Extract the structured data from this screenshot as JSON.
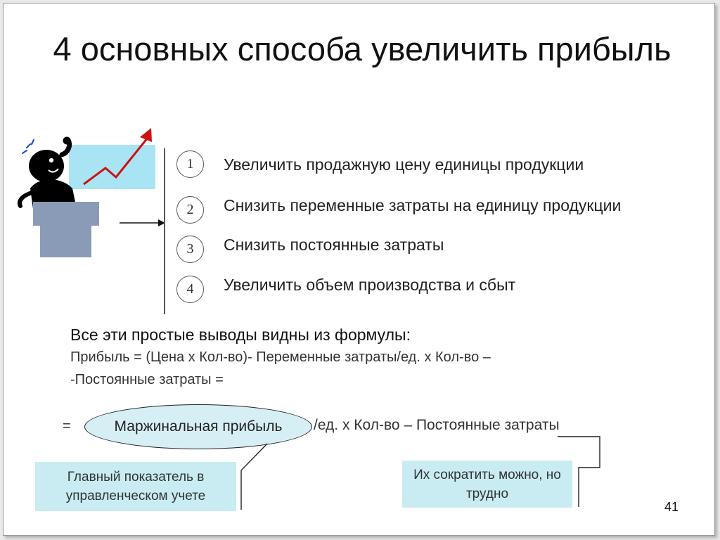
{
  "slide": {
    "title": "4 основных способа увеличить прибыль",
    "items": [
      {
        "num": "1",
        "text": "Увеличить продажную цену единицы продукции"
      },
      {
        "num": "2",
        "text": "Снизить переменные затраты на единицу продукции"
      },
      {
        "num": "3",
        "text": "Снизить постоянные затраты"
      },
      {
        "num": "4",
        "text": "Увеличить объем производства и сбыт"
      }
    ],
    "conclusion": "Все эти простые выводы видны из формулы:",
    "formula_line1": "Прибыль = (Цена х Кол-во)- Переменные затраты/ед. х Кол-во –",
    "formula_line2": "-Постоянные затраты =",
    "equals_sign": "=",
    "margin_label": "Маржинальная прибыль",
    "formula_rest": "/ед. х Кол-во – Постоянные затраты",
    "note_left": "Главный показатель в управленческом учете",
    "note_right": "Их сократить можно, но трудно",
    "page_number": "41"
  },
  "colors": {
    "note_bg": "#c8ecf2",
    "ellipse_bg": "#d6eff4",
    "chart_panel": "#a8e4f4",
    "arrow_red": "#cc1111",
    "podium": "#8a9bb8"
  },
  "icons": {
    "illustration": "presenter-at-podium-with-growth-chart"
  }
}
